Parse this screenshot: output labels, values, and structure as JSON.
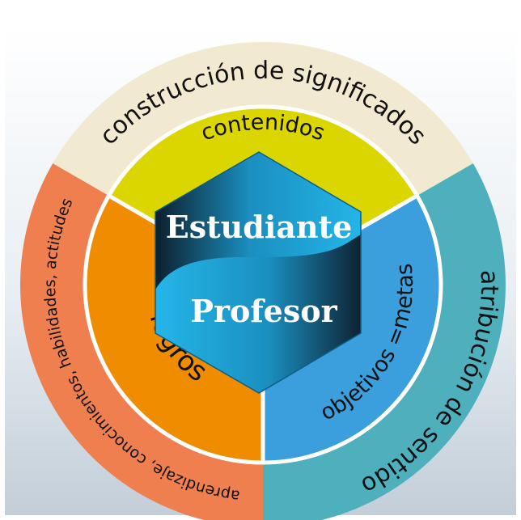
{
  "outer_ring": {
    "top_label": "construcción de significados",
    "right_label": "atribución de sentido",
    "left_label": "aprendizaje, conocimientos, habilidades, actitudes",
    "colors": {
      "top": "#f1ead0",
      "right": "#4fb0bd",
      "left": "#ef7f4f"
    }
  },
  "middle_ring": {
    "top_label": "contenidos",
    "right_label": "objetivos =metas",
    "left_label": "logros",
    "colors": {
      "top": "#dcd600",
      "right": "#3a9fdc",
      "left": "#f08c00"
    }
  },
  "center": {
    "top_label": "Estudiante",
    "bottom_label": "Profesor",
    "colors": {
      "light": "#25b7ea",
      "dark": "#0d1d2a"
    }
  }
}
